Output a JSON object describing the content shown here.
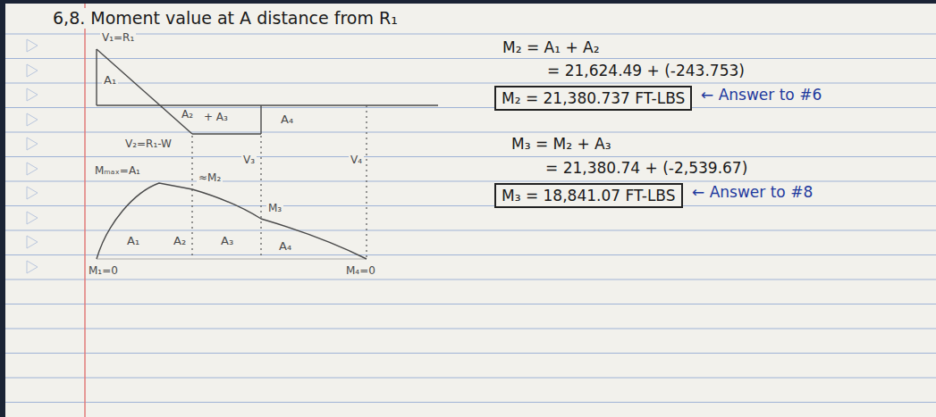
{
  "diagram": {
    "title": "6,8. Moment value at A distance from R₁",
    "nodes": [
      {
        "text": [
          "M₂ = 21,380.737 FT-LBS"
        ]
      },
      {
        "text": [
          "M₃ = 18,841.07 FT-LBS"
        ]
      }
    ],
    "labels": [
      "V₁=R₁",
      "A₁",
      "A₂",
      "+ A₃",
      "V₂=R₁-W",
      "A₄",
      "V₃",
      "V₄",
      "Mₘₐₓ=A₁",
      "≈M₂",
      "M₃",
      "A₁",
      "A₂",
      "A₃",
      "A₄",
      "M₁=0",
      "M₄=0",
      "M₂ = A₁ + A₂",
      "= 21,624.49 + (-243.753)",
      "← Answer to #6",
      "M₃ = M₂ + A₃",
      "= 21,380.74 + (-2,539.67)",
      "← Answer to #8"
    ]
  }
}
